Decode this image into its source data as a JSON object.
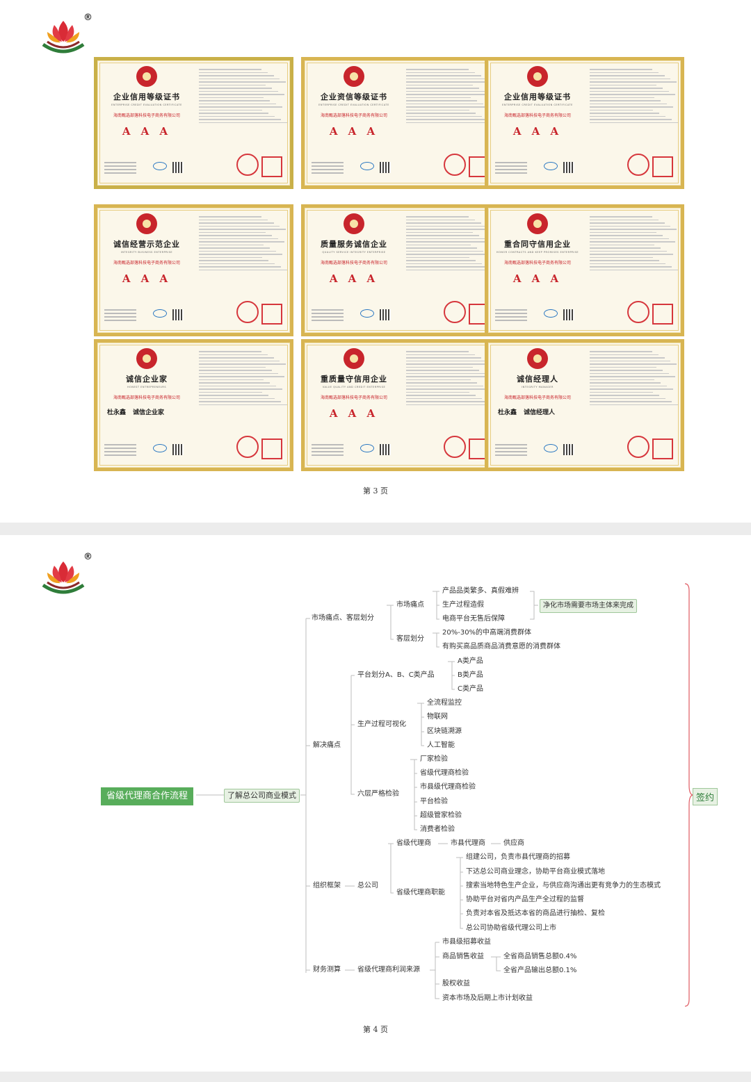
{
  "logo": {
    "registered_mark": "®",
    "icon": "flower-logo-icon"
  },
  "page3": {
    "page_number": "第 3 页",
    "certificates": [
      {
        "title": "企业信用等级证书",
        "subtitle": "ENTERPRISE CREDIT EVALUATION CERTIFICATE",
        "company": "海南甄选部落科技电子商务有限公司",
        "grade": "A A A",
        "person": "",
        "role": ""
      },
      {
        "title": "企业资信等级证书",
        "subtitle": "ENTERPRISE CREDIT EVALUATION CERTIFICATE",
        "company": "海南甄选部落科技电子商务有限公司",
        "grade": "A A A",
        "person": "",
        "role": ""
      },
      {
        "title": "企业信用等级证书",
        "subtitle": "ENTERPRISE CREDIT EVALUATION CERTIFICATE",
        "company": "海南甄选部落科技电子商务有限公司",
        "grade": "A A A",
        "person": "",
        "role": ""
      },
      {
        "title": "诚信经营示范企业",
        "subtitle": "INTEGRITY BUSINESS ENTERPRISE",
        "company": "海南甄选部落科技电子商务有限公司",
        "grade": "A A A",
        "person": "",
        "role": ""
      },
      {
        "title": "质量服务诚信企业",
        "subtitle": "QUALITY SERVICE INTEGRITY ENTERPRISE",
        "company": "海南甄选部落科技电子商务有限公司",
        "grade": "A A A",
        "person": "",
        "role": ""
      },
      {
        "title": "重合同守信用企业",
        "subtitle": "HONOR CONTRACTS AND KEEP PROMISES ENTERPRISE",
        "company": "海南甄选部落科技电子商务有限公司",
        "grade": "A A A",
        "person": "",
        "role": ""
      },
      {
        "title": "诚信企业家",
        "subtitle": "HONEST ENTREPRENEURS",
        "company": "海南甄选部落科技电子商务有限公司",
        "grade": "",
        "person": "杜永鑫",
        "role": "诚信企业家"
      },
      {
        "title": "重质量守信用企业",
        "subtitle": "VALUE QUALITY AND CREDIT ENTERPRISE",
        "company": "海南甄选部落科技电子商务有限公司",
        "grade": "A A A",
        "person": "",
        "role": ""
      },
      {
        "title": "诚信经理人",
        "subtitle": "INTEGRITY MANAGER",
        "company": "海南甄选部落科技电子商务有限公司",
        "grade": "",
        "person": "杜永鑫",
        "role": "诚信经理人"
      }
    ]
  },
  "page4": {
    "page_number": "第 4 页",
    "mindmap": {
      "root": "省级代理商合作流程",
      "level1": "了解总公司商业模式",
      "end": "签约",
      "market": {
        "label": "市场痛点、客层划分",
        "pain": "市场痛点",
        "pain_items": [
          "产品品类繁多、真假难辨",
          "生产过程造假",
          "电商平台无售后保障"
        ],
        "pain_note": "净化市场需要市场主体来完成",
        "customer": "客层划分",
        "customer_items": [
          "20%-30%的中高端消费群体",
          "有购买高品质商品消费意愿的消费群体"
        ]
      },
      "solve": {
        "label": "解决痛点",
        "platform": "平台划分A、B、C类产品",
        "platform_items": [
          "A类产品",
          "B类产品",
          "C类产品"
        ],
        "visual": "生产过程可视化",
        "visual_items": [
          "全流程监控",
          "物联网",
          "区块链溯源",
          "人工智能"
        ],
        "check": "六层严格检验",
        "check_items": [
          "厂家检验",
          "省级代理商检验",
          "市县级代理商检验",
          "平台检验",
          "超级管家检验",
          "消费者检验"
        ]
      },
      "org": {
        "label": "组织框架",
        "hq": "总公司",
        "chain": [
          "省级代理商",
          "市县代理商",
          "供应商"
        ],
        "duty": "省级代理商职能",
        "duty_items": [
          "组建公司，负责市县代理商的招募",
          "下达总公司商业理念，协助平台商业模式落地",
          "搜索当地特色生产企业，与供应商沟通出更有竞争力的生态模式",
          "协助平台对省内产品生产全过程的监督",
          "负责对本省及抵达本省的商品进行抽检、复检",
          "总公司协助省级代理公司上市"
        ]
      },
      "finance": {
        "label": "财务测算",
        "profit": "省级代理商利润来源",
        "items": [
          "市县级招募收益",
          "商品销售收益",
          "股权收益",
          "资本市场及后期上市计划收益"
        ],
        "sales_items": [
          "全省商品销售总额0.4%",
          "全省产品输出总额0.1%"
        ]
      }
    }
  },
  "colors": {
    "accent_green": "#58ad5b",
    "cert_red": "#c8252c",
    "cert_gold": "#d8b552",
    "bracket_red": "#e05a62"
  }
}
